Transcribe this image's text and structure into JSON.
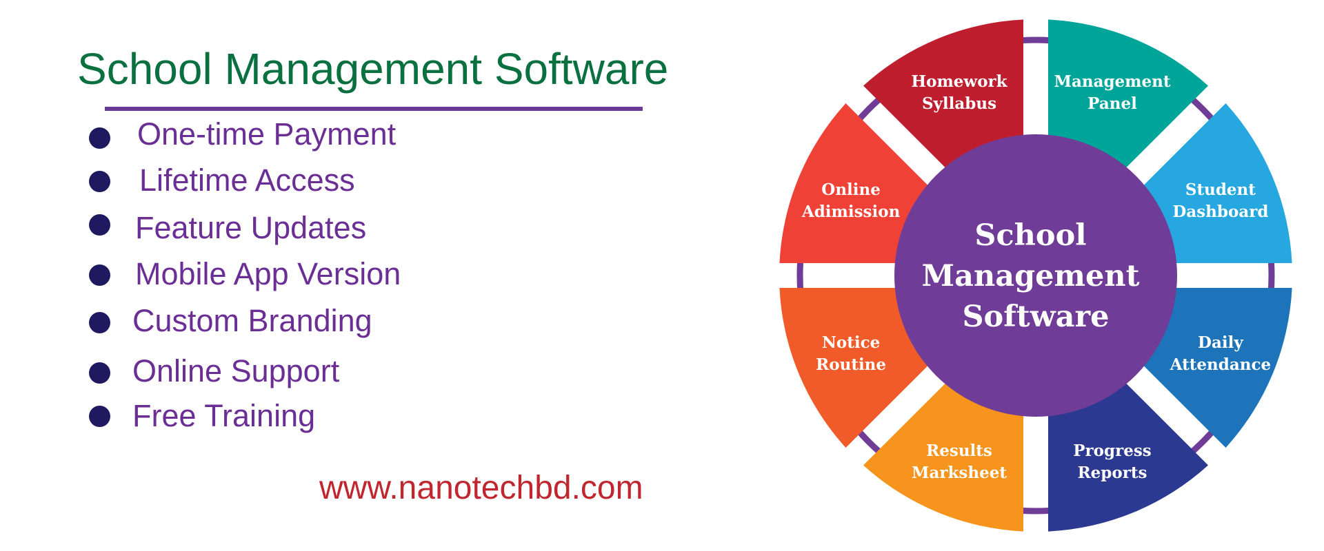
{
  "title": "School Management Software",
  "features": [
    "One-time Payment",
    "Lifetime Access",
    "Feature Updates",
    "Mobile App Version",
    "Custom Branding",
    "Online Support",
    "Free Training"
  ],
  "website": "www.nanotechbd.com",
  "hub": {
    "lines": [
      "School",
      "Management",
      "Software"
    ],
    "color": "#6f3d97"
  },
  "ring_color": "#6f3d97",
  "segments": [
    {
      "lines": [
        "Management",
        "Panel"
      ],
      "color": "#00a59a"
    },
    {
      "lines": [
        "Student",
        "Dashboard"
      ],
      "color": "#27a7e0"
    },
    {
      "lines": [
        "Daily",
        "Attendance"
      ],
      "color": "#1d74ba"
    },
    {
      "lines": [
        "Progress",
        "Reports"
      ],
      "color": "#2b3990"
    },
    {
      "lines": [
        "Results",
        "Marksheet"
      ],
      "color": "#f7941d"
    },
    {
      "lines": [
        "Notice",
        "Routine"
      ],
      "color": "#f15a29"
    },
    {
      "lines": [
        "Online",
        "Adimission"
      ],
      "color": "#ef4136"
    },
    {
      "lines": [
        "Homework",
        "Syllabus"
      ],
      "color": "#be1e2d"
    }
  ],
  "colors": {
    "title": "#0a7040",
    "feature_text": "#6a2e94",
    "bullet": "#1f1a60",
    "website": "#c0262e",
    "title_rule": "#6a3a96"
  }
}
